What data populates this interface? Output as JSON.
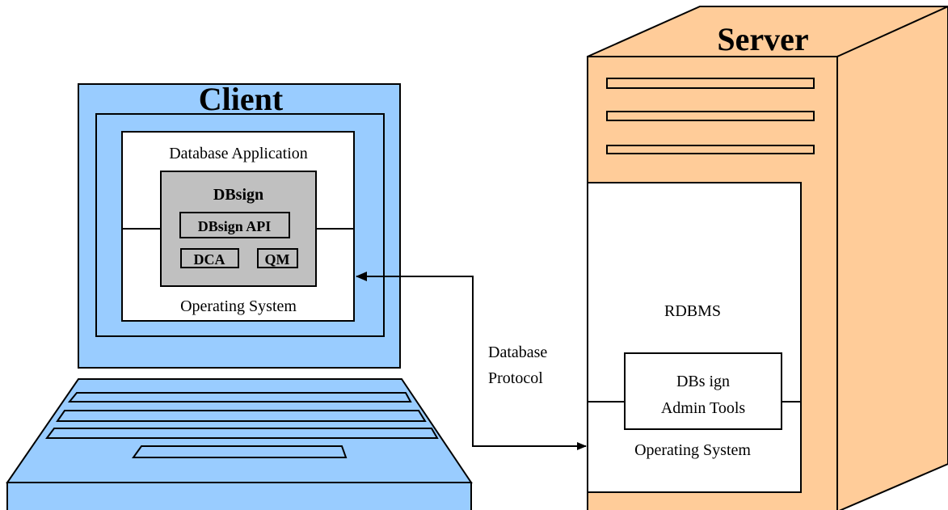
{
  "colors": {
    "client_fill": "#99ccff",
    "server_fill": "#ffcc99",
    "dbsign_fill": "#c0c0c0",
    "stroke": "#000000",
    "screen_bg": "#ffffff"
  },
  "client": {
    "title": "Client",
    "app_label": "Database Application",
    "os_label": "Operating System",
    "dbsign": {
      "title": "DBsign",
      "api_label": "DBsign API",
      "dca_label": "DCA",
      "qm_label": "QM"
    }
  },
  "server": {
    "title": "Server",
    "rdbms_label": "RDBMS",
    "admin_tools_line1": "DBs ign",
    "admin_tools_line2": "Admin Tools",
    "os_label": "Operating System"
  },
  "connection": {
    "label_line1": "Database",
    "label_line2": "Protocol"
  }
}
